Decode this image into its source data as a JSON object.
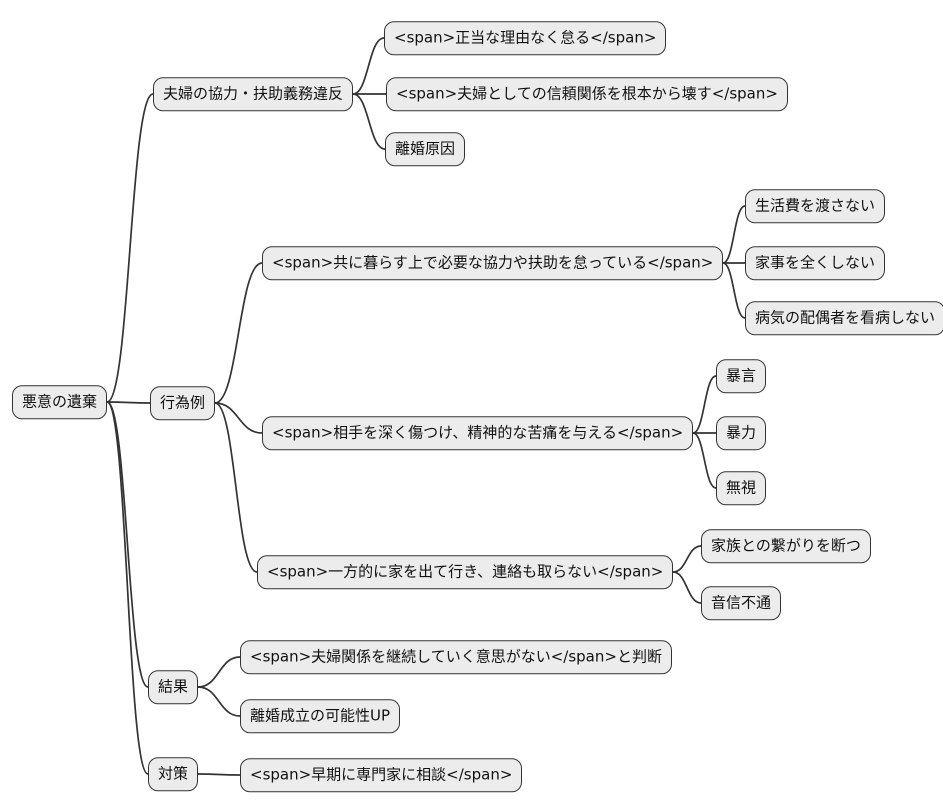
{
  "diagram": {
    "kind": "mindmap",
    "colors": {
      "background": "#ffffff",
      "node_fill": "#ececec",
      "node_border": "#333333",
      "edge": "#333333",
      "text": "#111111"
    },
    "root": {
      "id": "root",
      "label": "悪意の遺棄",
      "children": [
        {
          "id": "b1",
          "label": "夫婦の協力・扶助義務違反",
          "children": [
            {
              "id": "b1c1",
              "label": "<span>正当な理由なく怠る</span>"
            },
            {
              "id": "b1c2",
              "label": "<span>夫婦としての信頼関係を根本から壊す</span>"
            },
            {
              "id": "b1c3",
              "label": "離婚原因"
            }
          ]
        },
        {
          "id": "b2",
          "label": "行為例",
          "children": [
            {
              "id": "b2c1",
              "label": "<span>共に暮らす上で必要な協力や扶助を怠っている</span>",
              "children": [
                {
                  "id": "b2c1g1",
                  "label": "生活費を渡さない"
                },
                {
                  "id": "b2c1g2",
                  "label": "家事を全くしない"
                },
                {
                  "id": "b2c1g3",
                  "label": "病気の配偶者を看病しない"
                }
              ]
            },
            {
              "id": "b2c2",
              "label": "<span>相手を深く傷つけ、精神的な苦痛を与える</span>",
              "children": [
                {
                  "id": "b2c2g1",
                  "label": "暴言"
                },
                {
                  "id": "b2c2g2",
                  "label": "暴力"
                },
                {
                  "id": "b2c2g3",
                  "label": "無視"
                }
              ]
            },
            {
              "id": "b2c3",
              "label": "<span>一方的に家を出て行き、連絡も取らない</span>",
              "children": [
                {
                  "id": "b2c3g1",
                  "label": "家族との繋がりを断つ"
                },
                {
                  "id": "b2c3g2",
                  "label": "音信不通"
                }
              ]
            }
          ]
        },
        {
          "id": "b3",
          "label": "結果",
          "children": [
            {
              "id": "b3c1",
              "label": "<span>夫婦関係を継続していく意思がない</span>と判断"
            },
            {
              "id": "b3c2",
              "label": "離婚成立の可能性UP"
            }
          ]
        },
        {
          "id": "b4",
          "label": "対策",
          "children": [
            {
              "id": "b4c1",
              "label": "<span>早期に専門家に相談</span>"
            }
          ]
        }
      ]
    }
  }
}
